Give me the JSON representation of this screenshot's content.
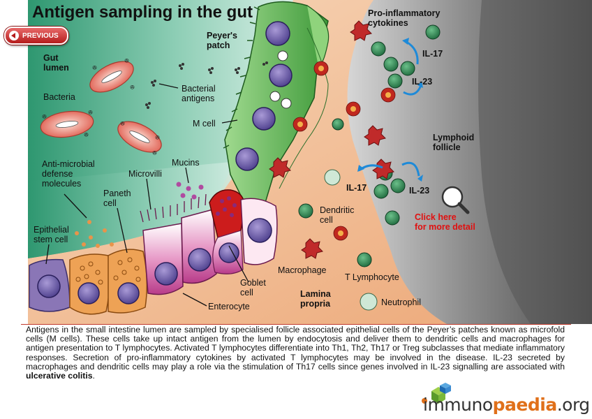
{
  "title": "Antigen sampling in the gut",
  "nav": {
    "previous_label": "PREVIOUS"
  },
  "labels": {
    "gut_lumen": "Gut\nlumen",
    "bacteria": "Bacteria",
    "bacterial_antigens": "Bacterial\nantigens",
    "peyers_patch": "Peyer's\npatch",
    "pro_inflammatory": "Pro-inflammatory\ncytokines",
    "il17_top": "IL-17",
    "il23_top": "IL-23",
    "m_cell": "M cell",
    "lymphoid_follicle": "Lymphoid\nfollicle",
    "mucins": "Mucins",
    "microvilli": "Microvilli",
    "anti_microbial": "Anti-microbial\ndefense\nmolecules",
    "paneth_cell": "Paneth\ncell",
    "il17_bottom": "IL-17",
    "il23_bottom": "IL-23",
    "dendritic_cell": "Dendritic\ncell",
    "click_here": "Click here\nfor more detail",
    "epithelial_stem_cell": "Epithelial\nstem cell",
    "macrophage": "Macrophage",
    "t_lymphocyte": "T Lymphocyte",
    "goblet_cell": "Goblet\ncell",
    "lamina_propria": "Lamina\npropria",
    "neutrophil": "Neutrophil",
    "enterocyte": "Enterocyte"
  },
  "description": {
    "text": "Antigens in the small intestine lumen are sampled by specialised follicle associated epithelial cells of the Peyer’s patches known as microfold cells (M cells). These cells take up intact antigen from the lumen by endocytosis and deliver them to dendritic cells and macrophages for antigen presentation to T lymphocytes. Activated T lymphocytes differentiate into Th1, Th2, Th17 or Treg subclasses that mediate inflammatory responses. Secretion of pro-inflammatory cytokines by activated T lymphocytes may be involved in the disease. IL-23 secreted by macrophages and dendritic cells may play a role via the stimulation of Th17 cells since genes involved in IL-23 signalling are associated with ",
    "bold": "ulcerative colitis",
    "end": "."
  },
  "logo": {
    "prefix": "immuno",
    "bold": "paedia",
    "suffix": ".org"
  },
  "colors": {
    "lumen": "#2f9a72",
    "lamina_propria": "#eeb286",
    "follicle": "#7a7a7a",
    "m_cell": "#4fae45",
    "nucleus": "#6a5aa8",
    "enterocyte": "#c84a9a",
    "goblet": "#cc1c1c",
    "paneth": "#e8943c",
    "stem": "#8a76b6",
    "bacteria": "#e0584c",
    "t_cell": "#2f8c58",
    "macrophage": "#c02a2a",
    "link_red": "#e01010"
  }
}
